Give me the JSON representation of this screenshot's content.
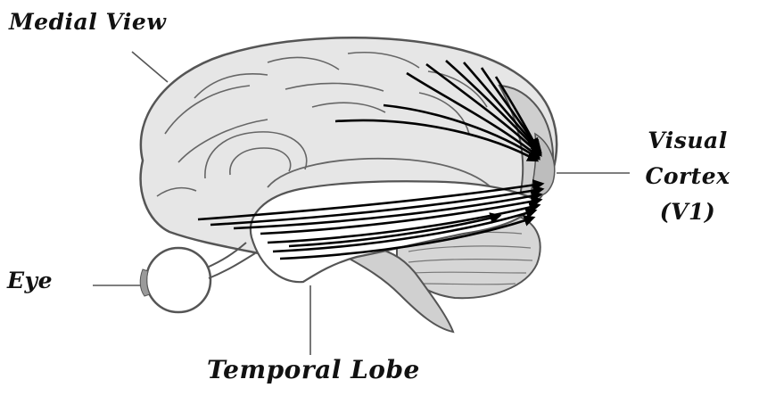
{
  "labels": {
    "medial_view": "Medial View",
    "eye": "Eye",
    "temporal_lobe": "Temporal Lobe",
    "visual_cortex": [
      "Visual",
      "Cortex",
      "(V1)"
    ]
  },
  "colors": {
    "brain_fill": "#e6e6e6",
    "brain_outline": "#555555",
    "temporal_fill": "#ffffff",
    "cerebellum_fill": "#d6d6d6",
    "visual_cortex_fill": "#bdbdbd",
    "arrow": "#000000",
    "leader_line": "#555555"
  }
}
